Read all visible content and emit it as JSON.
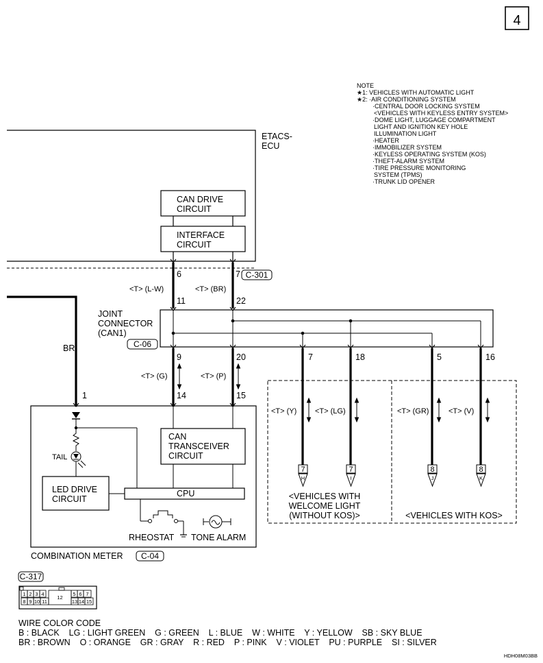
{
  "page_number": "4",
  "note": {
    "title": "NOTE",
    "lines": [
      "★1: VEHICLES WITH AUTOMATIC LIGHT",
      "★2: ·AIR CONDITIONING SYSTEM",
      "·CENTRAL DOOR LOCKING SYSTEM",
      "<VEHICLES WITH KEYLESS ENTRY SYSTEM>",
      "·DOME LIGHT, LUGGAGE COMPARTMENT",
      "LIGHT AND IGNITION KEY HOLE",
      "ILLUMINATION LIGHT",
      "·HEATER",
      "·IMMOBILIZER SYSTEM",
      "·KEYLESS OPERATING SYSTEM (KOS)",
      "·THEFT-ALARM SYSTEM",
      "·TIRE PRESSURE MONITORING",
      "SYSTEM (TPMS)",
      "·TRUNK LID OPENER"
    ]
  },
  "etacs": {
    "label_line1": "ETACS-",
    "label_line2": "ECU",
    "can_drive_line1": "CAN DRIVE",
    "can_drive_line2": "CIRCUIT",
    "interface_line1": "INTERFACE",
    "interface_line2": "CIRCUIT",
    "pin_a": "6",
    "pin_b": "7",
    "connector": "C-301"
  },
  "wires": {
    "etacs_a": "<T> (L-W)",
    "etacs_b": "<T> (BR)",
    "meter_a": "<T> (G)",
    "meter_b": "<T> (P)",
    "out1": "<T> (Y)",
    "out2": "<T> (LG)",
    "out3": "<T> (GR)",
    "out4": "<T> (V)",
    "br": "BR"
  },
  "joint": {
    "label_line1": "JOINT",
    "label_line2": "CONNECTOR",
    "label_line3": "(CAN1)",
    "connector": "C-06",
    "pin_in_a": "11",
    "pin_in_b": "22",
    "pin_out_a": "9",
    "pin_out_b": "20",
    "pin_out_1": "7",
    "pin_out_2": "18",
    "pin_out_3": "5",
    "pin_out_4": "16"
  },
  "meter": {
    "pin_br": "1",
    "pin_a": "14",
    "pin_b": "15",
    "tail": "TAIL",
    "can_line1": "CAN",
    "can_line2": "TRANSCEIVER",
    "can_line3": "CIRCUIT",
    "cpu": "CPU",
    "led_line1": "LED DRIVE",
    "led_line2": "CIRCUIT",
    "rheostat": "RHEOSTAT",
    "tone_alarm": "TONE ALARM",
    "label": "COMBINATION METER",
    "connector": "C-04"
  },
  "continuations": {
    "page_a": "7",
    "letter_a": "H",
    "page_b": "7",
    "letter_b": "I",
    "page_c": "8",
    "letter_c": "J",
    "page_d": "8",
    "letter_d": "K"
  },
  "groups": {
    "welcome_line1": "<VEHICLES WITH",
    "welcome_line2": "WELCOME LIGHT",
    "welcome_line3": "(WITHOUT KOS)>",
    "kos": "<VEHICLES WITH KOS>"
  },
  "connector_diagram": {
    "code": "C-317",
    "top_pins": [
      "1",
      "2",
      "3",
      "4",
      "5",
      "6",
      "7"
    ],
    "center_pin": "12",
    "bottom_pins": [
      "8",
      "9",
      "10",
      "11",
      "13",
      "14",
      "15"
    ]
  },
  "wire_color_code": {
    "title": "WIRE COLOR CODE",
    "line1": "B : BLACK    LG : LIGHT GREEN    G : GREEN    L : BLUE    W : WHITE    Y : YELLOW    SB : SKY BLUE",
    "line2": "BR : BROWN    O : ORANGE    GR : GRAY    R : RED    P : PINK    V : VIOLET    PU : PURPLE    SI : SILVER"
  },
  "figure_code": "HDH08M03BB"
}
